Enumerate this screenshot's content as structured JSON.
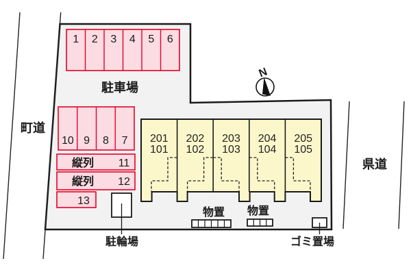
{
  "roads": {
    "left": "町道",
    "right": "県道"
  },
  "compass": {
    "north": "N"
  },
  "parking": {
    "title": "駐車場",
    "spaces_top": [
      "1",
      "2",
      "3",
      "4",
      "5",
      "6"
    ],
    "spaces_mid": [
      "10",
      "9",
      "8",
      "7"
    ],
    "tandem": [
      {
        "type": "縦列",
        "num": "11"
      },
      {
        "type": "縦列",
        "num": "12"
      }
    ],
    "space_13": "13"
  },
  "building": {
    "units": [
      {
        "upper": "201",
        "lower": "101"
      },
      {
        "upper": "202",
        "lower": "102"
      },
      {
        "upper": "203",
        "lower": "103"
      },
      {
        "upper": "204",
        "lower": "104"
      },
      {
        "upper": "205",
        "lower": "105"
      }
    ]
  },
  "facilities": {
    "bicycle": "駐輪場",
    "storage_left": "物置",
    "storage_right": "物置",
    "garbage": "ゴミ置場"
  },
  "colors": {
    "site_fill": "#f2f2f2",
    "parking_fill": "#fbdce3",
    "parking_border": "#e60026",
    "building_fill": "#fbf7cb",
    "outline": "#1a1a1a"
  }
}
